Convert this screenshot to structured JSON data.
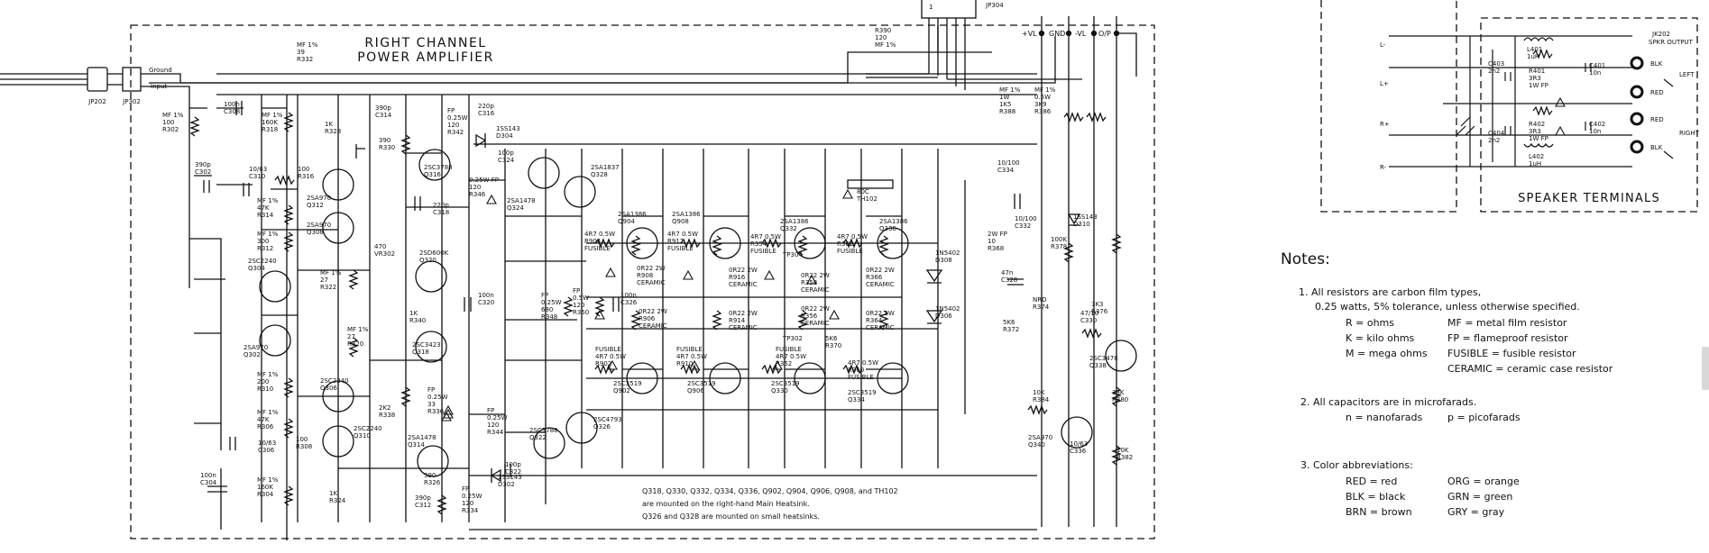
{
  "title": [
    "RIGHT CHANNEL",
    "POWER AMPLIFIER"
  ],
  "connectors": {
    "jp202": "JP202",
    "jp302": "JP302",
    "jp304": "JP304",
    "ground": "Ground",
    "input": "Input",
    "pin_one": "1"
  },
  "power_rails": [
    "+VL",
    "GND",
    "-VL",
    "O/P"
  ],
  "tag_lines": [
    [
      "MF 1%",
      "39",
      "R332"
    ],
    [
      "R390",
      "120",
      "MF 1%"
    ],
    [
      "MF 1%",
      "100",
      "R302"
    ],
    [
      "100n",
      "C308"
    ],
    [
      "MF 1%",
      "160K",
      "R318"
    ],
    [
      "1K",
      "R328"
    ],
    [
      "390p",
      "C314"
    ],
    [
      "390",
      "R330"
    ],
    [
      "FP",
      "0.25W",
      "120",
      "R342"
    ],
    [
      "220p",
      "C316"
    ],
    [
      "390p",
      "C302"
    ],
    [
      "10/63",
      "C310"
    ],
    [
      "100",
      "R316"
    ],
    [
      "2SC3788",
      "Q316"
    ],
    [
      "1SS143",
      "D304"
    ],
    [
      "2SA1837",
      "Q328"
    ],
    [
      "MF 1%",
      "47K",
      "R314"
    ],
    [
      "2SA970",
      "Q312"
    ],
    [
      "220p",
      "C318"
    ],
    [
      "100p",
      "C324"
    ],
    [
      "0.25W FP",
      "120",
      "R346"
    ],
    [
      "2SA1478",
      "Q324"
    ],
    [
      "MF 1%",
      "300",
      "R312"
    ],
    [
      "2SA970",
      "Q308"
    ],
    [
      "470",
      "VR302"
    ],
    [
      "2SD600K",
      "Q320"
    ],
    [
      "2SC2240",
      "Q304"
    ],
    [
      "MF 1%",
      "27",
      "R322"
    ],
    [
      "1K",
      "R340"
    ],
    [
      "100n",
      "C320"
    ],
    [
      "FP",
      "0.25W",
      "680",
      "R348"
    ],
    [
      "FP",
      "0.5W",
      "120",
      "R350"
    ],
    [
      "100n",
      "C326"
    ],
    [
      "MF 1%",
      "27",
      "R320"
    ],
    [
      "2SA970",
      "Q302"
    ],
    [
      "2SC3423",
      "Q318"
    ],
    [
      "MF 1%",
      "200",
      "R310"
    ],
    [
      "2SC2240",
      "Q306"
    ],
    [
      "2K2",
      "R338"
    ],
    [
      "FP",
      "0.25W",
      "33",
      "R336"
    ],
    [
      "MF 1%",
      "47K",
      "R306"
    ],
    [
      "2SC2240",
      "Q310"
    ],
    [
      "10/63",
      "C306"
    ],
    [
      "100",
      "R308"
    ],
    [
      "2SA1478",
      "Q314"
    ],
    [
      "FP",
      "0.25W",
      "120",
      "R344"
    ],
    [
      "2SC3788",
      "Q322"
    ],
    [
      "2SC4793",
      "Q326"
    ],
    [
      "100p",
      "C322"
    ],
    [
      "100n",
      "C304"
    ],
    [
      "MF 1%",
      "160K",
      "R304"
    ],
    [
      "1K",
      "R324"
    ],
    [
      "390",
      "R326"
    ],
    [
      "390p",
      "C312"
    ],
    [
      "FP",
      "0.25W",
      "120",
      "R334"
    ],
    [
      "1SS143",
      "D302"
    ],
    [
      "2SA1386",
      "Q904"
    ],
    [
      "4R7 0.5W",
      "R904",
      "FUSIBLE"
    ],
    [
      "2SA1386",
      "Q908"
    ],
    [
      "4R7 0.5W",
      "R912",
      "FUSIBLE"
    ],
    [
      "2SA1386",
      "Q332"
    ],
    [
      "4R7 0.5W",
      "R354",
      "FUSIBLE"
    ],
    [
      "TP304"
    ],
    [
      "2SA1386",
      "Q336"
    ],
    [
      "4R7 0.5W",
      "R362",
      "FUSIBLE"
    ],
    [
      "0R22 2W",
      "R908",
      "CERAMIC"
    ],
    [
      "0R22 2W",
      "R916",
      "CERAMIC"
    ],
    [
      "0R22 2W",
      "R358",
      "CERAMIC"
    ],
    [
      "0R22 2W",
      "R366",
      "CERAMIC"
    ],
    [
      "0R22 2W",
      "R906",
      "CERAMIC"
    ],
    [
      "0R22 2W",
      "R914",
      "CERAMIC"
    ],
    [
      "0R22 2W",
      "R356",
      "CERAMIC"
    ],
    [
      "0R22 2W",
      "R364",
      "CERAMIC"
    ],
    [
      "80C",
      "TH102"
    ],
    [
      "1N5402",
      "D308"
    ],
    [
      "1N5402",
      "D306"
    ],
    [
      "FUSIBLE",
      "4R7 0.5W",
      "R902"
    ],
    [
      "2SC3519",
      "Q902"
    ],
    [
      "FUSIBLE",
      "4R7 0.5W",
      "R910"
    ],
    [
      "2SC3519",
      "Q906"
    ],
    [
      "TP302"
    ],
    [
      "FUSIBLE",
      "4R7 0.5W",
      "R352"
    ],
    [
      "2SC3519",
      "Q330"
    ],
    [
      "5K6",
      "R370"
    ],
    [
      "4R7 0.5W",
      "R360",
      "FUSIBLE"
    ],
    [
      "2SC3519",
      "Q334"
    ],
    [
      "MF 1%",
      "1W",
      "1K5",
      "R388"
    ],
    [
      "MF 1%",
      "0.5W",
      "3K9",
      "R386"
    ],
    [
      "10/100",
      "C334"
    ],
    [
      "10/100",
      "C332"
    ],
    [
      "1SS143",
      "D310"
    ],
    [
      "2W FP",
      "10",
      "R368"
    ],
    [
      "100K",
      "R378"
    ],
    [
      "47n",
      "C328"
    ],
    [
      "NRD",
      "R374"
    ],
    [
      "3K3",
      "R376"
    ],
    [
      "5K6",
      "R372"
    ],
    [
      "47/10",
      "C330"
    ],
    [
      "2SC3478",
      "Q338"
    ],
    [
      "10K",
      "R384"
    ],
    [
      "33K",
      "R380"
    ],
    [
      "2SA970",
      "Q340"
    ],
    [
      "10/63",
      "C336"
    ],
    [
      "10K",
      "R382"
    ]
  ],
  "heatsink_note": [
    "Q318, Q330, Q332, Q334, Q336, Q902, Q904, Q906, Q908, and TH102",
    "are mounted on the right-hand Main Heatsink.",
    "Q326 and Q328 are mounted on small heatsinks."
  ],
  "speaker": {
    "title": "SPEAKER TERMINALS",
    "jack": [
      "JK202",
      "SPKR OUTPUT"
    ],
    "outputs": [
      "BLK",
      "RED",
      "RED",
      "BLK"
    ],
    "channels": [
      "LEFT",
      "RIGHT"
    ],
    "rails": [
      "L-",
      "L+",
      "R+",
      "R-"
    ],
    "tags": [
      [
        "L401",
        "1uH"
      ],
      [
        "R401",
        "3R3",
        "1W FP"
      ],
      [
        "C403",
        "2n2"
      ],
      [
        "C401",
        "10n"
      ],
      [
        "R402",
        "3R3",
        "1W FP"
      ],
      [
        "C404",
        "2n2"
      ],
      [
        "C402",
        "10n"
      ],
      [
        "L402",
        "1uH"
      ]
    ]
  },
  "notes": {
    "heading": "Notes:",
    "n1_line1": "1.  All resistors are carbon film types,",
    "n1_line2": "0.25 watts, 5% tolerance, unless otherwise specified.",
    "n1_rows": [
      [
        "R = ohms",
        "MF = metal film resistor"
      ],
      [
        "K = kilo ohms",
        "FP = flameproof resistor"
      ],
      [
        "M = mega ohms",
        "FUSIBLE = fusible resistor"
      ],
      [
        "",
        "CERAMIC = ceramic case resistor"
      ]
    ],
    "n2_line1": "2.  All capacitors are in microfarads.",
    "n2_row": [
      "n = nanofarads",
      "p = picofarads"
    ],
    "n3_line1": "3.  Color abbreviations:",
    "n3_rows": [
      [
        "RED = red",
        "ORG = orange"
      ],
      [
        "BLK = black",
        "GRN = green"
      ],
      [
        "BRN = brown",
        "GRY = gray"
      ]
    ]
  }
}
